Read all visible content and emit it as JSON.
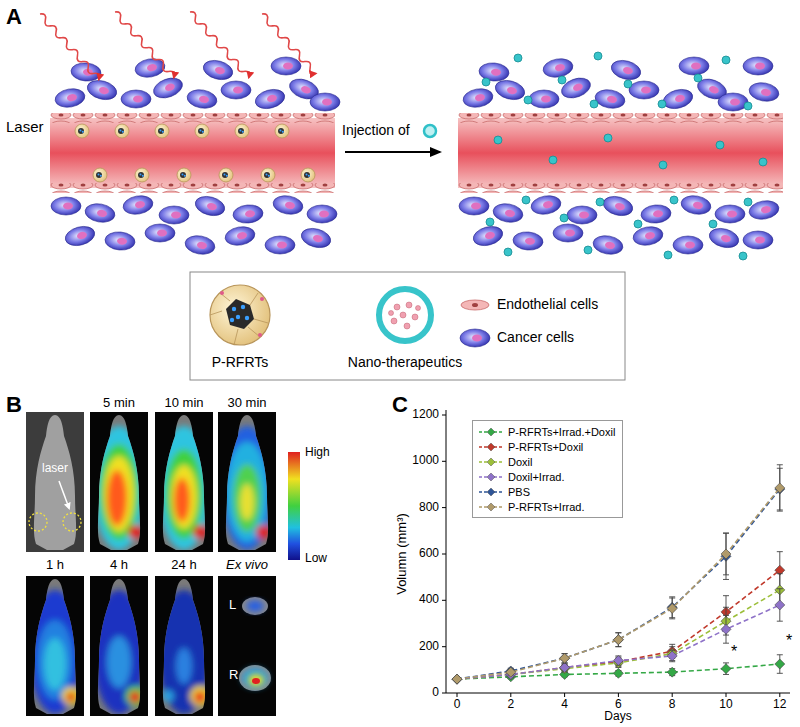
{
  "diagram": {
    "labels": [
      "A",
      "Laser",
      "Injection of",
      "B",
      "laser",
      "5 min",
      "10 min",
      "30 min",
      "1 h",
      "4 h",
      "24 h",
      "Ex vivo",
      "L",
      "R",
      "High",
      "Low",
      "C",
      "Volumn (mm³)",
      "0",
      "200",
      "400",
      "600",
      "800",
      "1000",
      "1200",
      "0",
      "2",
      "4",
      "6",
      "8",
      "10",
      "12",
      "Days",
      "*",
      "*"
    ],
    "legend": [
      {
        "text": "P-RFRTs"
      },
      {
        "text": "Nano-therapeutics"
      },
      {
        "text": "Endothelial cells"
      },
      {
        "text": "Cancer cells"
      },
      {
        "text": "P-RFRTs+Irrad.+Doxil"
      },
      {
        "text": "P-RFRTs+Doxil"
      },
      {
        "text": "Doxil"
      },
      {
        "text": "Doxil+Irrad."
      },
      {
        "text": "PBS"
      },
      {
        "text": "P-RFRTs+Irrad."
      }
    ]
  }
}
